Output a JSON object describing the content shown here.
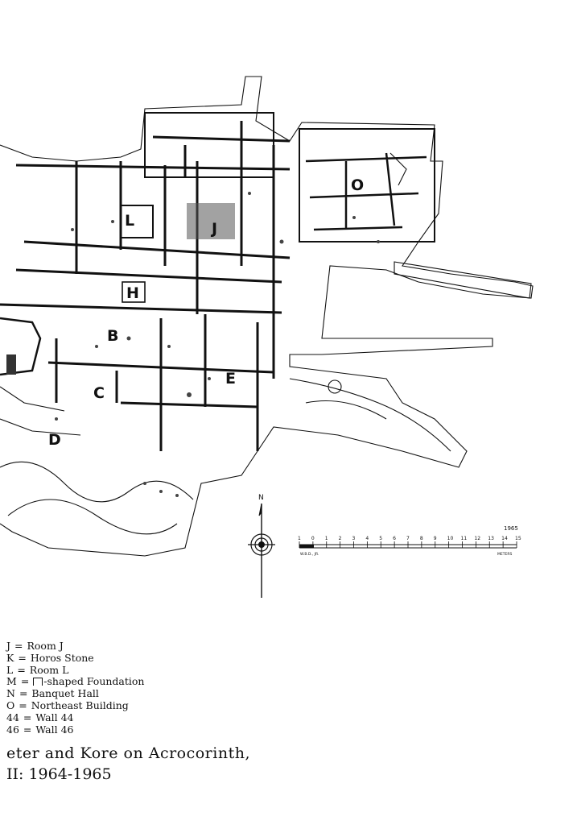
{
  "map": {
    "room_labels": [
      "O",
      "L",
      "J",
      "H",
      "B",
      "E",
      "C",
      "D"
    ],
    "north_label": "N",
    "year": "1965",
    "scale_ticks": [
      "1",
      "0",
      "1",
      "2",
      "3",
      "4",
      "5",
      "6",
      "7",
      "8",
      "9",
      "10",
      "11",
      "12",
      "13",
      "14",
      "15"
    ],
    "scale_unit": "METERS",
    "draftsman": "W.B.D., JR."
  },
  "legend": {
    "items": [
      {
        "key": "J",
        "text": "Room J"
      },
      {
        "key": "K",
        "text": "Horos Stone"
      },
      {
        "key": "L",
        "text": "Room L"
      },
      {
        "key": "M",
        "text": "-shaped Foundation",
        "symbol": true
      },
      {
        "key": "N",
        "text": "Banquet Hall"
      },
      {
        "key": "O",
        "text": "Northeast Building"
      },
      {
        "key": "44",
        "text": "Wall 44"
      },
      {
        "key": "46",
        "text": "Wall 46"
      }
    ],
    "equals": "="
  },
  "title": {
    "line1": "eter and Kore on Acrocorinth,",
    "line2": "II: 1964-1965"
  }
}
